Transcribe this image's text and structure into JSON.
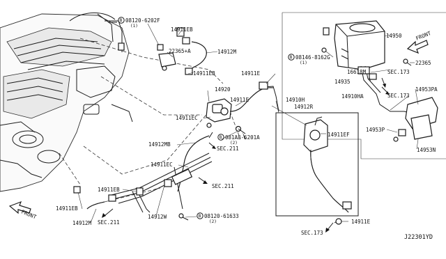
{
  "diagram_code": "J22301YD",
  "part_labels": {
    "p14950": "14950",
    "p22365": "22365",
    "p16618M": "16618M",
    "p14935": "14935",
    "p14910HA": "14910HA",
    "p14953PA": "14953PA",
    "p14953P": "14953P",
    "p14953N": "14953N",
    "p14911EB_top": "14911EB",
    "p22365A": "22365+A",
    "p14912M_top": "14912M",
    "p14911EB_mid": "14911EB",
    "p14911E_top": "14911E",
    "p14920": "14920",
    "p14911E_mid": "14911E",
    "p14911EC_top": "14911EC",
    "p14910H": "14910H",
    "p14912R": "14912R",
    "p14911EF": "14911EF",
    "p14912MB": "14912MB",
    "p14911EC_bot": "14911EC",
    "p14911EB_bot": "14911EB",
    "p14911EB_left": "14911EB",
    "p14912M_bot": "14912M",
    "p14912W": "14912W",
    "p14911E_bot": "14911E"
  },
  "bolt_refs": {
    "b1": {
      "code": "08120-6202F",
      "qty": "(1)"
    },
    "b2": {
      "code": "08146-8162G",
      "qty": "(1)"
    },
    "b3": {
      "code": "081A8-6201A",
      "qty": "(2)"
    },
    "b4": {
      "code": "08120-61633",
      "qty": "(2)"
    },
    "letter": "B"
  },
  "section_refs": {
    "s1": "SEC.173",
    "s2": "SEC.173",
    "s3": "SEC.211",
    "s4": "SEC.211",
    "s5": "SEC.211",
    "s6": "SEC.173"
  },
  "front_labels": {
    "top_right": "FRONT",
    "bottom_left": "FRONT"
  }
}
